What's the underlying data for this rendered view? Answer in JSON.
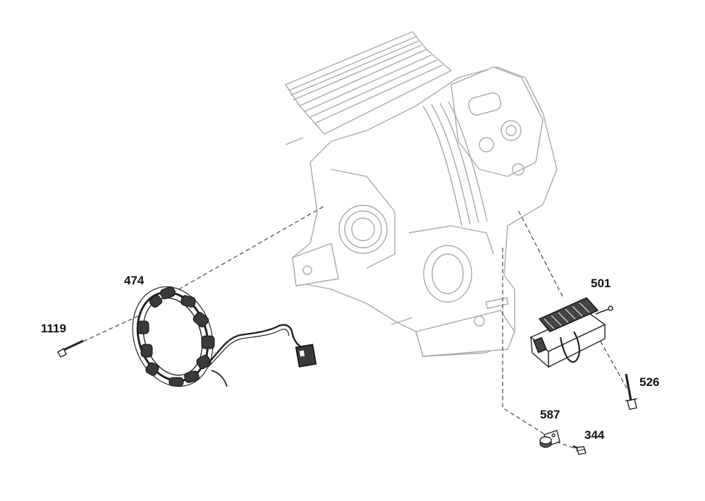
{
  "callouts": {
    "p1119": "1119",
    "p474": "474",
    "p501": "501",
    "p526": "526",
    "p587": "587",
    "p344": "344"
  },
  "colors": {
    "engine_line": "#a8a8a8",
    "part_line": "#222222",
    "leader": "#333333"
  }
}
